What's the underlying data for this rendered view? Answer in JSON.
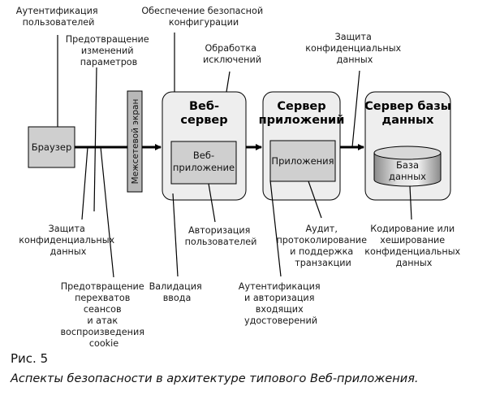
{
  "diagram": {
    "browser": "Браузер",
    "firewall": "Межсетевой экран",
    "web_server": {
      "title": [
        "Веб-",
        "сервер"
      ],
      "inner": [
        "Веб-",
        "приложение"
      ]
    },
    "app_server": {
      "title": [
        "Сервер",
        "приложений"
      ],
      "inner": "Приложения"
    },
    "db_server": {
      "title": [
        "Сервер базы",
        "данных"
      ],
      "inner": [
        "База",
        "данных"
      ]
    },
    "labels": {
      "auth_users": [
        "Аутентификация",
        "пользователей"
      ],
      "prevent_param": [
        "Предотвращение",
        "изменений",
        "параметров"
      ],
      "secure_config": [
        "Обеспечение безопасной",
        "конфигурации"
      ],
      "exceptions": [
        "Обработка",
        "исключений"
      ],
      "confidential_top": [
        "Защита",
        "конфиденциальных",
        "данных"
      ],
      "confidential_bottom": [
        "Защита",
        "конфиденциальных",
        "данных"
      ],
      "session_hijack": [
        "Предотвращение",
        "перехватов",
        "сеансов",
        "и атак",
        "воспроизведения",
        "cookie"
      ],
      "validation": [
        "Валидация",
        "ввода"
      ],
      "user_authz": [
        "Авторизация",
        "пользователей"
      ],
      "auth_incoming": [
        "Аутентификация",
        "и авторизация",
        "входящих",
        "удостоверений"
      ],
      "audit": [
        "Аудит,",
        "протоколирование",
        "и поддержка",
        "транзакции"
      ],
      "encoding": [
        "Кодирование или",
        "хеширование",
        "конфиденциальных",
        "данных"
      ]
    }
  },
  "caption": {
    "number": "Рис. 5",
    "text": "Аспекты безопасности в архитектуре типового Веб-приложения."
  }
}
